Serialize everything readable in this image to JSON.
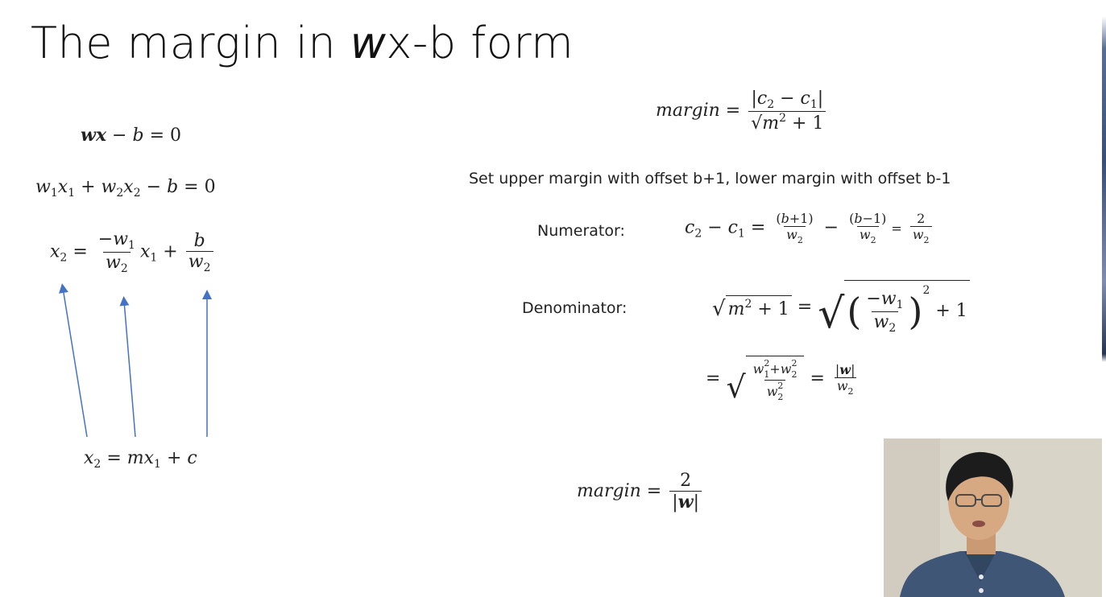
{
  "slide": {
    "title_pre": "The margin in ",
    "title_w": "w",
    "title_post": "x-b form",
    "instruction": "Set upper margin with offset b+1, lower margin with offset b-1",
    "numerator_label": "Numerator:",
    "denominator_label": "Denominator:"
  },
  "colors": {
    "arrow": "#4472c4",
    "text": "#222222"
  },
  "video": {
    "icon": "presenter-webcam"
  }
}
